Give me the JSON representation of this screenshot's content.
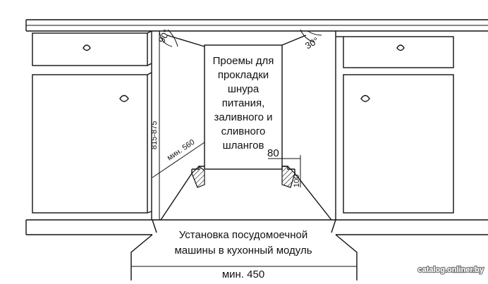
{
  "labels": {
    "openings_line1": "Проемы для",
    "openings_line2": "прокладки",
    "openings_line3": "шнура",
    "openings_line4": "питания,",
    "openings_line5": "заливного и",
    "openings_line6": "сливного",
    "openings_line7": "шлангов",
    "install_line1": "Установка посудомоечной",
    "install_line2": "машины в кухонный модуль",
    "width_min": "мин. 450",
    "height_range": "815-875",
    "depth_min": "мин. 560",
    "angle_left": "90°",
    "angle_right": "30°",
    "dim_80": "80",
    "dim_100": "100"
  },
  "watermark": "catalog.onliner.by",
  "colors": {
    "line": "#111111",
    "background": "#ffffff",
    "watermark_stroke": "#7a7a7a"
  }
}
